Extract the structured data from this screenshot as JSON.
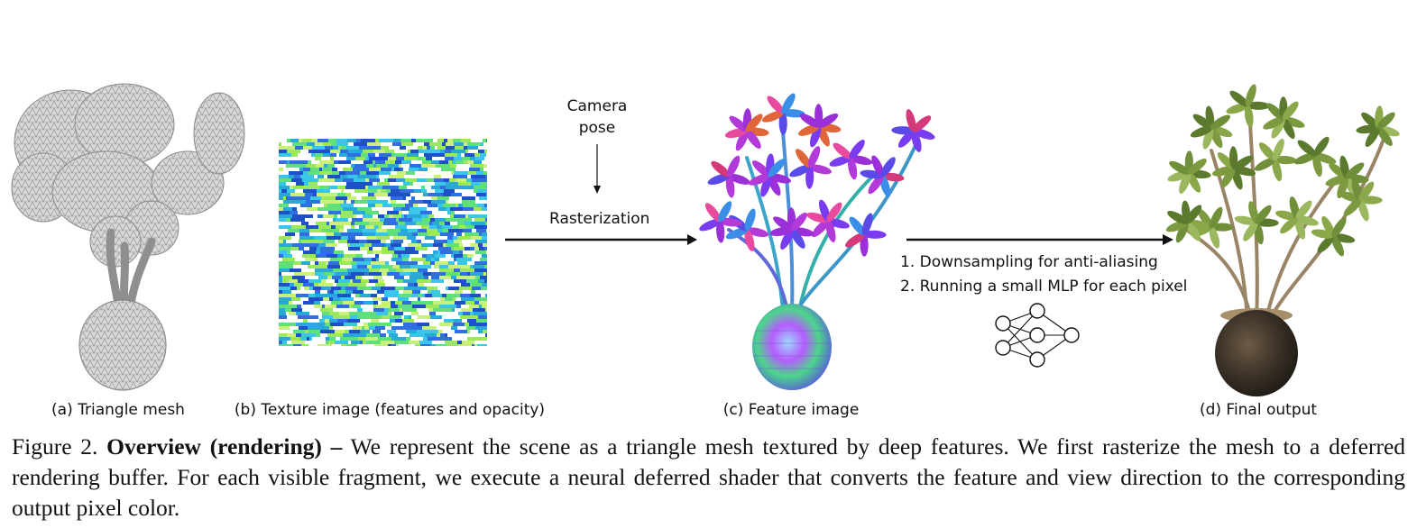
{
  "figure": {
    "annotations": {
      "camera_pose_line1": "Camera",
      "camera_pose_line2": "pose",
      "rasterization": "Rasterization",
      "step1": "1. Downsampling for anti-aliasing",
      "step2": "2. Running a small MLP for each pixel"
    },
    "sublabels": {
      "a": "(a) Triangle mesh",
      "b": "(b) Texture image (features and opacity)",
      "c": "(c) Feature image",
      "d": "(d) Final output"
    }
  },
  "caption": {
    "number": "Figure 2.",
    "title": "Overview (rendering) –",
    "body": "We represent the scene as a triangle mesh textured by deep features. We first rasterize the mesh to a deferred rendering buffer. For each visible fragment, we execute a neural deferred shader that converts the feature and view direction to the corresponding output pixel color."
  }
}
